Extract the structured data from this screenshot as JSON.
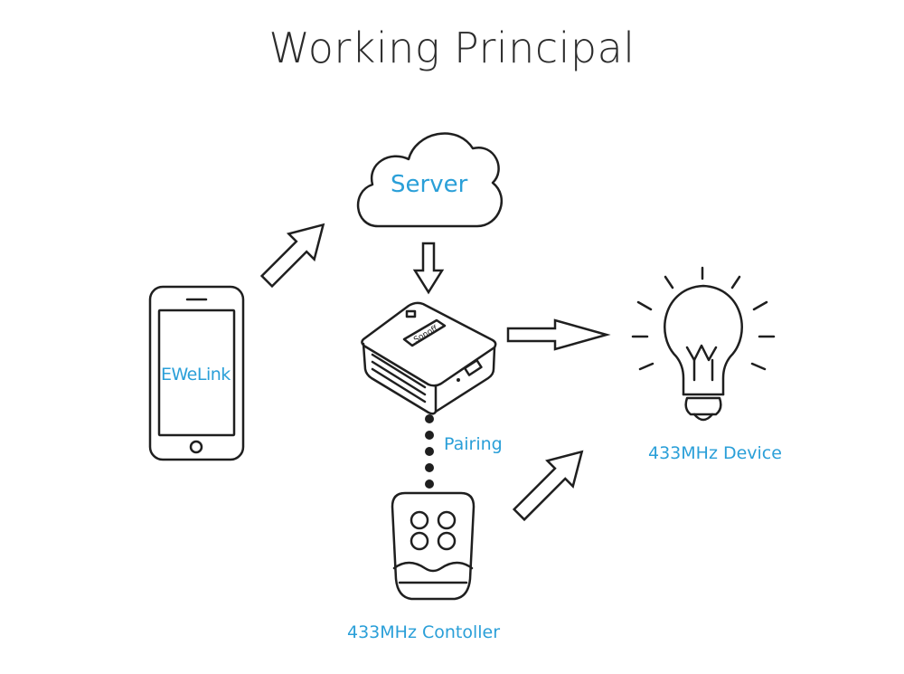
{
  "title": "Working Principal",
  "nodes": {
    "server": {
      "label": "Server",
      "icon": "cloud-icon"
    },
    "phone": {
      "label": "EWeLink",
      "icon": "smartphone-icon"
    },
    "bridge": {
      "brand": "Sonoff",
      "icon": "rf-bridge-icon"
    },
    "bulb": {
      "label": "433MHz Device",
      "icon": "light-bulb-icon"
    },
    "remote": {
      "label": "433MHz Contoller",
      "icon": "remote-control-icon"
    }
  },
  "edges": {
    "pairing": {
      "label": "Pairing"
    }
  },
  "colors": {
    "label": "#2a9fd8",
    "stroke": "#1f1f1f",
    "title": "#2c2c2c"
  }
}
